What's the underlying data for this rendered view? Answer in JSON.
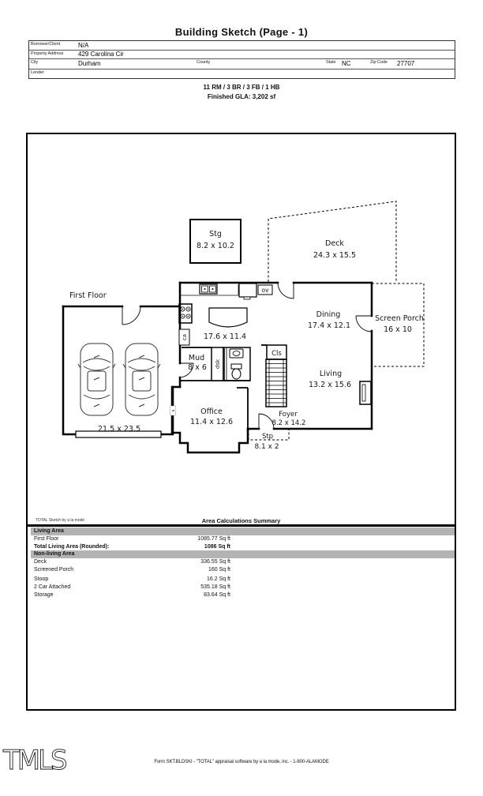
{
  "page": {
    "title": "Building Sketch (Page - 1)",
    "summary_line1": "11 RM / 3 BR / 3 FB / 1 HB",
    "summary_line2": "Finished GLA: 3,202 sf"
  },
  "header_table": {
    "row1": {
      "label": "Borrower/Client",
      "value": "N/A"
    },
    "row2": {
      "label": "Property Address",
      "value": "429 Carolina Cir"
    },
    "row3": {
      "city_label": "City",
      "city_value": "Durham",
      "county_label": "County",
      "county_value": "",
      "state_label": "State",
      "state_value": "NC",
      "zip_label": "Zip Code",
      "zip_value": "27707"
    },
    "row4": {
      "label": "Lender",
      "value": ""
    }
  },
  "sketch": {
    "floor_label": "First Floor",
    "watermark": "TOTAL Sketch by a la mode",
    "rooms": {
      "stg": {
        "name": "Stg",
        "dims": "8.2 x 10.2"
      },
      "deck": {
        "name": "Deck",
        "dims": "24.3 x 15.5"
      },
      "screen_porch": {
        "name": "Screen Porch",
        "dims": "16 x 10"
      },
      "dining": {
        "name": "Dining",
        "dims": "17.4 x 12.1"
      },
      "living": {
        "name": "Living",
        "dims": "13.2 x 15.6"
      },
      "kitchen": {
        "dims": "17.6 x 11.4"
      },
      "mud": {
        "name": "Mud",
        "dims": "8 x 6"
      },
      "office": {
        "name": "Office",
        "dims": "11.4 x 12.6"
      },
      "foyer": {
        "name": "Foyer",
        "dims": "8.2 x 14.2"
      },
      "stoop": {
        "name": "Stp",
        "dims": "8.1 x 2"
      },
      "garage": {
        "dims": "21.5 x 23.5"
      },
      "closet": {
        "name": "Cls"
      }
    },
    "fixtures": {
      "oven": "ov",
      "cabinet": "ca",
      "desk": "dsk",
      "switch": "s"
    }
  },
  "area_calculations": {
    "title": "Area Calculations Summary",
    "living_header": "Living Area",
    "living_rows": [
      {
        "label": "First Floor",
        "value": "1085.77 Sq ft"
      },
      {
        "label": "Total Living Area (Rounded):",
        "value": "1086 Sq ft"
      }
    ],
    "nonliving_header": "Non-living Area",
    "nonliving_rows": [
      {
        "label": "Deck",
        "value": "336.55 Sq ft"
      },
      {
        "label": "Screened Porch",
        "value": "160 Sq ft"
      },
      {
        "label": "Stoop",
        "value": "16.2 Sq ft"
      },
      {
        "label": "2 Car Attached",
        "value": "535.18 Sq ft"
      },
      {
        "label": "Storage",
        "value": "83.64 Sq ft"
      }
    ]
  },
  "footer": {
    "logo": "TMLS",
    "form_line": "Form SKT.BLDSKI - \"TOTAL\" appraisal software by a la mode, inc. - 1-800-ALAMODE"
  }
}
